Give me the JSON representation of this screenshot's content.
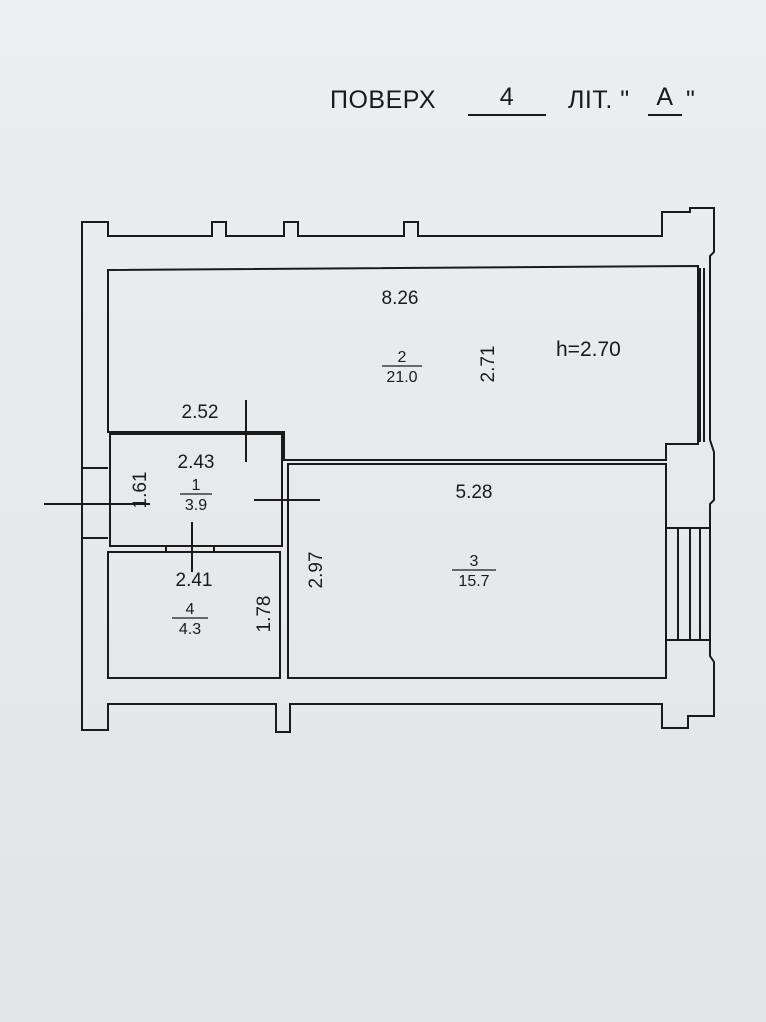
{
  "header": {
    "floor_label": "ПОВЕРХ",
    "floor_value": "4",
    "lit_label": "ЛІТ. \"",
    "lit_value": "А",
    "lit_close": "\""
  },
  "plan": {
    "height_note": "h=2.70",
    "rooms": [
      {
        "number": "2",
        "area": "21.0",
        "length": "8.26",
        "width": "2.71"
      },
      {
        "number": "1",
        "area": "3.9",
        "length": "2.43",
        "width": "1.61",
        "extra": "2.52"
      },
      {
        "number": "3",
        "area": "15.7",
        "length": "5.28",
        "width": "2.97"
      },
      {
        "number": "4",
        "area": "4.3",
        "length": "2.41",
        "width": "1.78"
      }
    ]
  }
}
